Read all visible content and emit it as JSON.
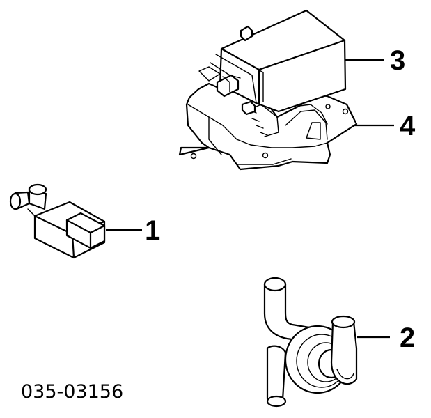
{
  "callouts": [
    {
      "label": "1",
      "part": "solenoid-valve"
    },
    {
      "label": "2",
      "part": "purge-valve"
    },
    {
      "label": "3",
      "part": "charcoal-canister"
    },
    {
      "label": "4",
      "part": "canister-bracket"
    }
  ],
  "part_code": "035-03156",
  "colors": {
    "line": "#000000",
    "background": "#ffffff"
  }
}
